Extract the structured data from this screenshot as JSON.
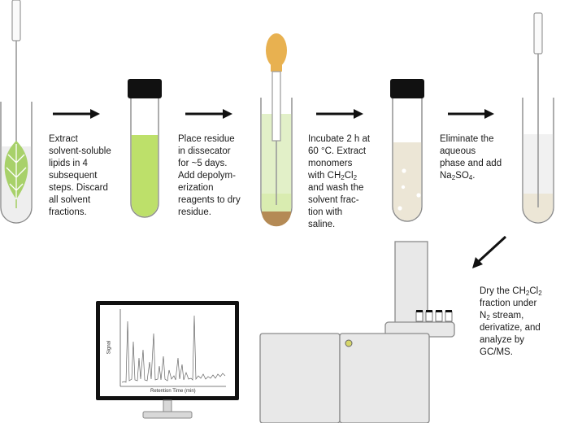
{
  "steps": [
    {
      "parts": [
        "Extract",
        "solvent-soluble",
        "lipids in 4",
        "subsequent",
        "steps. Discard",
        "all solvent",
        "fractions."
      ]
    },
    {
      "parts": [
        "Place residue",
        "in dissecator",
        "for ~5 days.",
        "Add depolym-",
        "erization",
        "reagents to dry",
        "residue."
      ]
    },
    {
      "parts": [
        "Incubate 2 h at",
        "60 °C. Extract",
        "monomers",
        "with CH",
        "2",
        "Cl",
        "2",
        "and wash the",
        "solvent frac-",
        "tion with",
        "saline."
      ]
    },
    {
      "parts": [
        "Eliminate the",
        "aqueous",
        "phase and add",
        "Na",
        "2",
        "SO",
        "4",
        "."
      ]
    },
    {
      "parts": [
        "Dry the CH",
        "2",
        "Cl",
        "2",
        "fraction under",
        "N",
        "2",
        " stream,",
        "derivatize, and",
        "analyze by",
        "GC/MS."
      ]
    }
  ],
  "chromatogram": {
    "ylabel": "Signal",
    "xlabel": "Retention Time (min)"
  },
  "colors": {
    "leaf": "#a8d16a",
    "green_liquid": "#bde06a",
    "pale_green": "#e2f0c8",
    "brown_residue": "#b48a55",
    "bulb": "#e8b150",
    "cap": "#111111",
    "beige": "#ece6d6",
    "instrument": "#e8e8e8",
    "outline": "#8a8a8a"
  },
  "icons": [
    "pipette-icon",
    "test-tube-icon",
    "leaf-icon",
    "arrow-right-icon",
    "arrow-down-left-icon",
    "monitor-icon",
    "gc-ms-instrument-icon"
  ]
}
